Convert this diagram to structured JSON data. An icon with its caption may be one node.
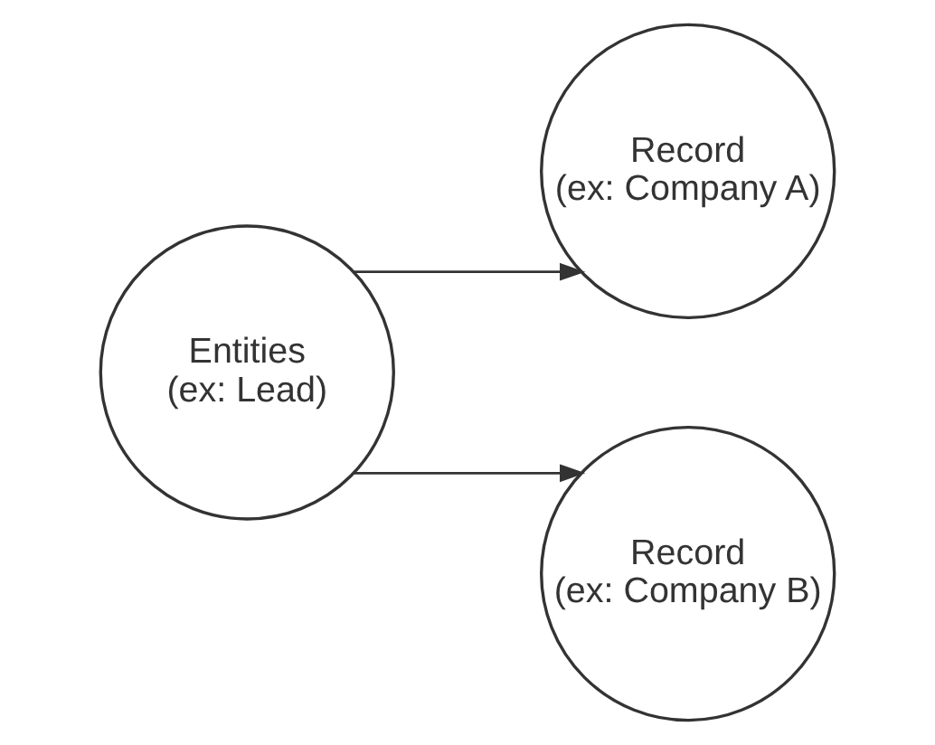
{
  "diagram": {
    "nodes": [
      {
        "text": [
          "Record",
          "(ex: Company A)"
        ]
      },
      {
        "text": [
          "Entities",
          "(ex: Lead)"
        ]
      },
      {
        "text": [
          "Record",
          "(ex: Company B)"
        ]
      }
    ],
    "edges": [
      {
        "from": 1,
        "to": 0,
        "arrow": "to"
      },
      {
        "from": 1,
        "to": 2,
        "arrow": "to"
      }
    ]
  }
}
